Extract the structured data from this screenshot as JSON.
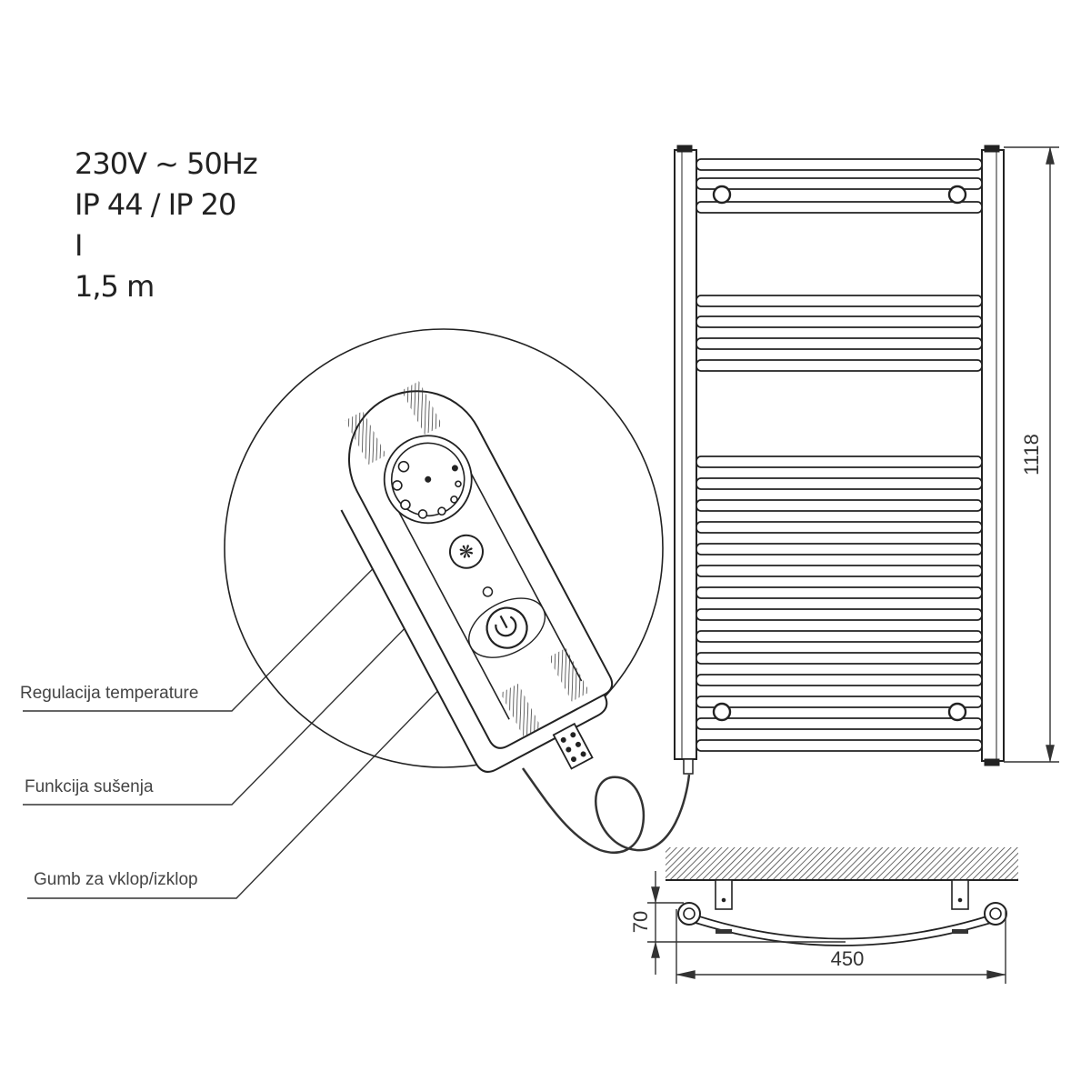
{
  "specs": {
    "voltage": "230V ~ 50Hz",
    "ip_rating": "IP 44 / IP 20",
    "protection_class": "I",
    "cable_length": "1,5 m"
  },
  "callouts": [
    {
      "label": "Regulacija temperature",
      "target": "temperature-dial"
    },
    {
      "label": "Funkcija sušenja",
      "target": "drying-button"
    },
    {
      "label": "Gumb za vklop/izklop",
      "target": "power-button"
    }
  ],
  "dimensions": {
    "height": "1118",
    "width": "450",
    "depth": "70"
  },
  "colors": {
    "line": "#222222",
    "text": "#333333",
    "background": "#ffffff"
  }
}
